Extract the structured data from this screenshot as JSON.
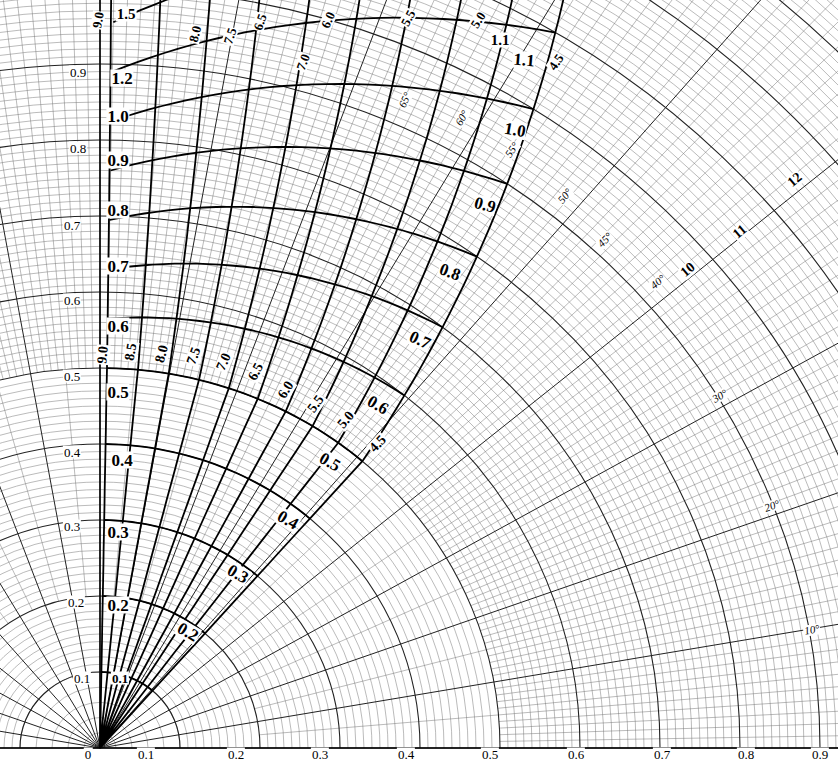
{
  "diagram": {
    "labels": [
      "0.9",
      "0.8",
      "0.7",
      "0.6",
      "0.5",
      "0.4",
      "0.3",
      "0.2",
      "0.1",
      "0",
      "0.1",
      "0.2",
      "0.3",
      "0.4",
      "0.5",
      "0.6",
      "0.7",
      "0.8",
      "0.9",
      "1.2",
      "1.0",
      "0.9",
      "0.8",
      "0.7",
      "0.6",
      "0.5",
      "0.4",
      "0.3",
      "0.2",
      "0.1",
      "0.2",
      "0.3",
      "0.4",
      "0.5",
      "0.6",
      "0.7",
      "0.8",
      "0.9",
      "1.0",
      "1.1",
      "9.0",
      "1.5",
      "8.0",
      "7.5",
      "6.5",
      "7.0",
      "6.0",
      "5.5",
      "5.0",
      "4.5",
      "1.1",
      "9.0",
      "8.5",
      "8.0",
      "7.5",
      "7.0",
      "6.5",
      "6.0",
      "5.5",
      "5.0",
      "4.5",
      "65°",
      "60°",
      "55°",
      "50°",
      "45°",
      "40°",
      "10",
      "11",
      "12",
      "30°",
      "20°",
      "10°"
    ]
  }
}
